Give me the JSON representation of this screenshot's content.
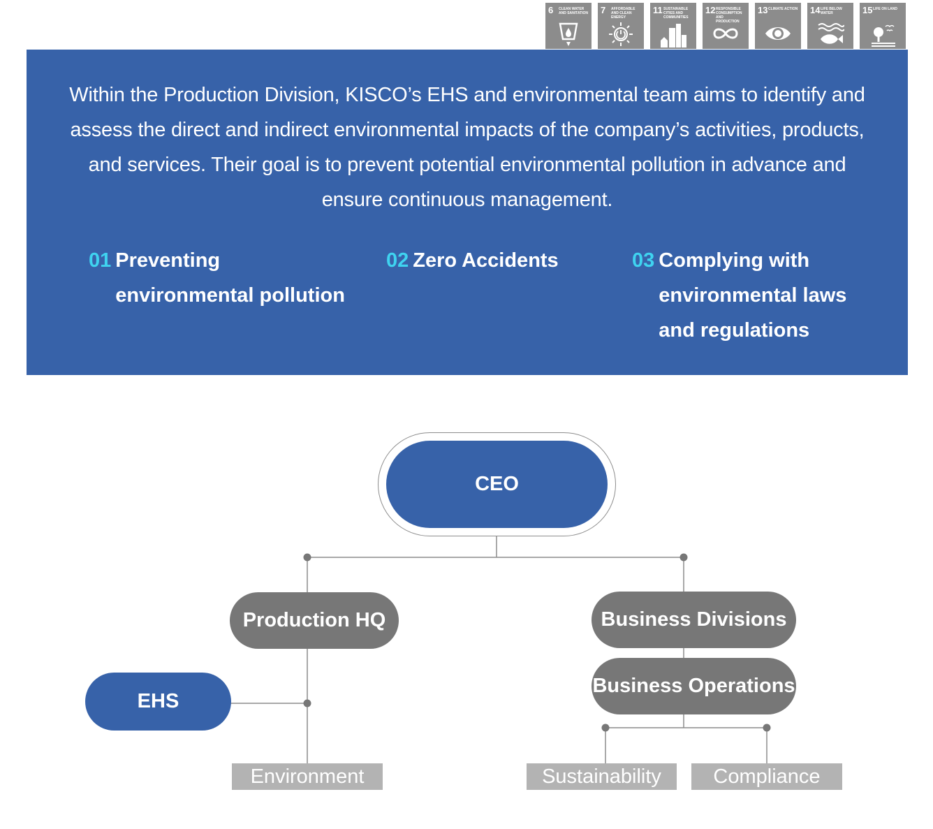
{
  "sdgs": [
    {
      "num": "6",
      "title": "CLEAN WATER AND SANITATION",
      "icon": "water-drop-icon"
    },
    {
      "num": "7",
      "title": "AFFORDABLE AND CLEAN ENERGY",
      "icon": "sun-power-icon"
    },
    {
      "num": "11",
      "title": "SUSTAINABLE CITIES AND COMMUNITIES",
      "icon": "city-buildings-icon"
    },
    {
      "num": "12",
      "title": "RESPONSIBLE CONSUMPTION AND PRODUCTION",
      "icon": "infinity-icon"
    },
    {
      "num": "13",
      "title": "CLIMATE ACTION",
      "icon": "earth-eye-icon"
    },
    {
      "num": "14",
      "title": "LIFE BELOW WATER",
      "icon": "fish-waves-icon"
    },
    {
      "num": "15",
      "title": "LIFE ON LAND",
      "icon": "tree-birds-icon"
    }
  ],
  "intro": "Within the Production Division, KISCO’s EHS and environmental team aims to identify and assess the direct and indirect environmental impacts of the company’s activities, products, and services. Their goal is to prevent potential environmental pollution in advance and ensure continuous management.",
  "goals": [
    {
      "num": "01",
      "text": "Preventing\nenvironmental pollution"
    },
    {
      "num": "02",
      "text": "Zero Accidents"
    },
    {
      "num": "03",
      "text": "Complying with\nenvironmental laws\nand regulations"
    }
  ],
  "org": {
    "ceo": "CEO",
    "production_hq": "Production HQ",
    "ehs": "EHS",
    "environment": "Environment",
    "business_divisions": "Business Divisions",
    "business_operations": "Business Operations",
    "sustainability": "Sustainability",
    "compliance": "Compliance"
  },
  "colors": {
    "blue": "#3762a9",
    "accent": "#3fd3f0",
    "gray": "#777777",
    "leaf": "#b3b3b3",
    "sdg": "#8c8c8c"
  }
}
